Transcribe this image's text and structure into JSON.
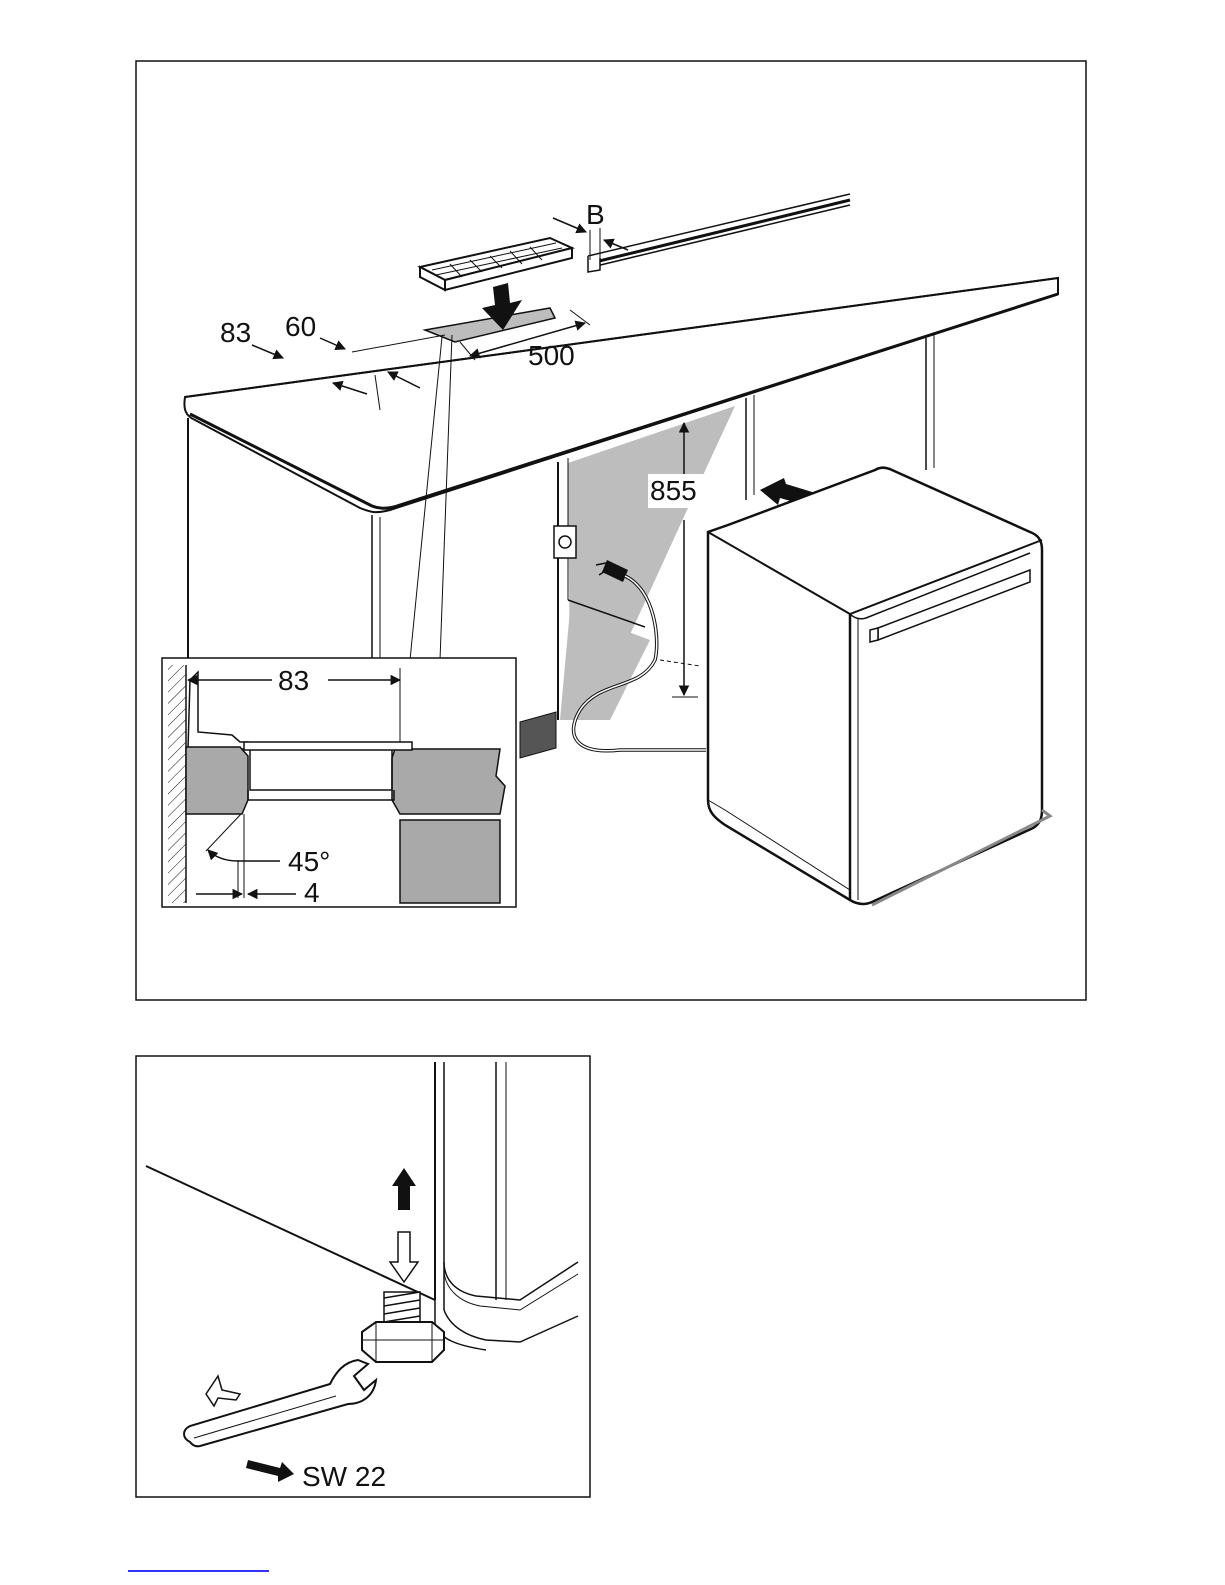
{
  "figure_top": {
    "labels": {
      "b": "B",
      "d83": "83",
      "d60": "60",
      "d500": "500",
      "d855": "855"
    },
    "inset": {
      "d83": "83",
      "angle": "45°",
      "d4": "4"
    }
  },
  "figure_bottom": {
    "labels": {
      "wrench": "SW 22"
    }
  },
  "colors": {
    "line": "#111111",
    "shade": "#bdbdbd",
    "dark_shade": "#a9a9a9",
    "link": "#3333ff"
  }
}
